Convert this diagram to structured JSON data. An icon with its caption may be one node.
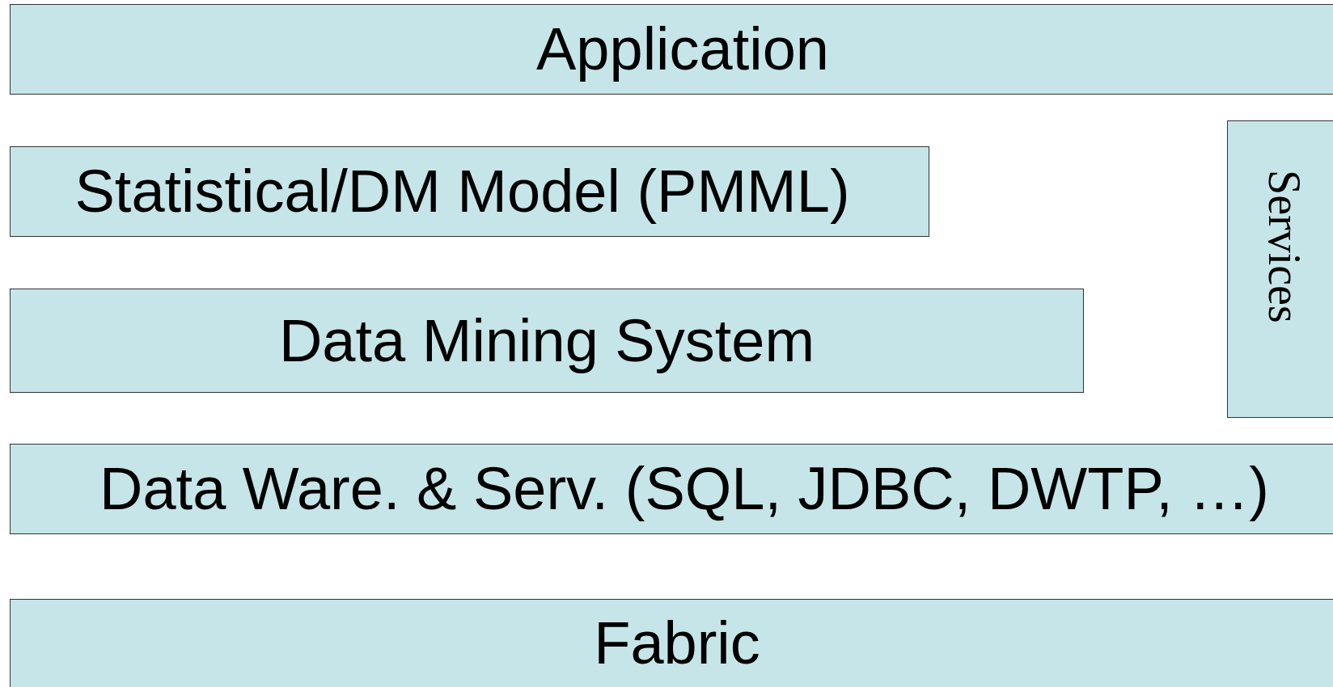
{
  "diagram": {
    "nodes": [
      {
        "text": [
          "Application"
        ]
      },
      {
        "text": [
          "Statistical/DM Model (PMML)"
        ]
      },
      {
        "text": [
          "Data Mining System"
        ]
      },
      {
        "text": [
          "Services"
        ]
      },
      {
        "text": [
          "Data Ware. & Serv. (SQL, JDBC, DWTP, …)"
        ]
      },
      {
        "text": [
          "Fabric"
        ]
      }
    ]
  }
}
